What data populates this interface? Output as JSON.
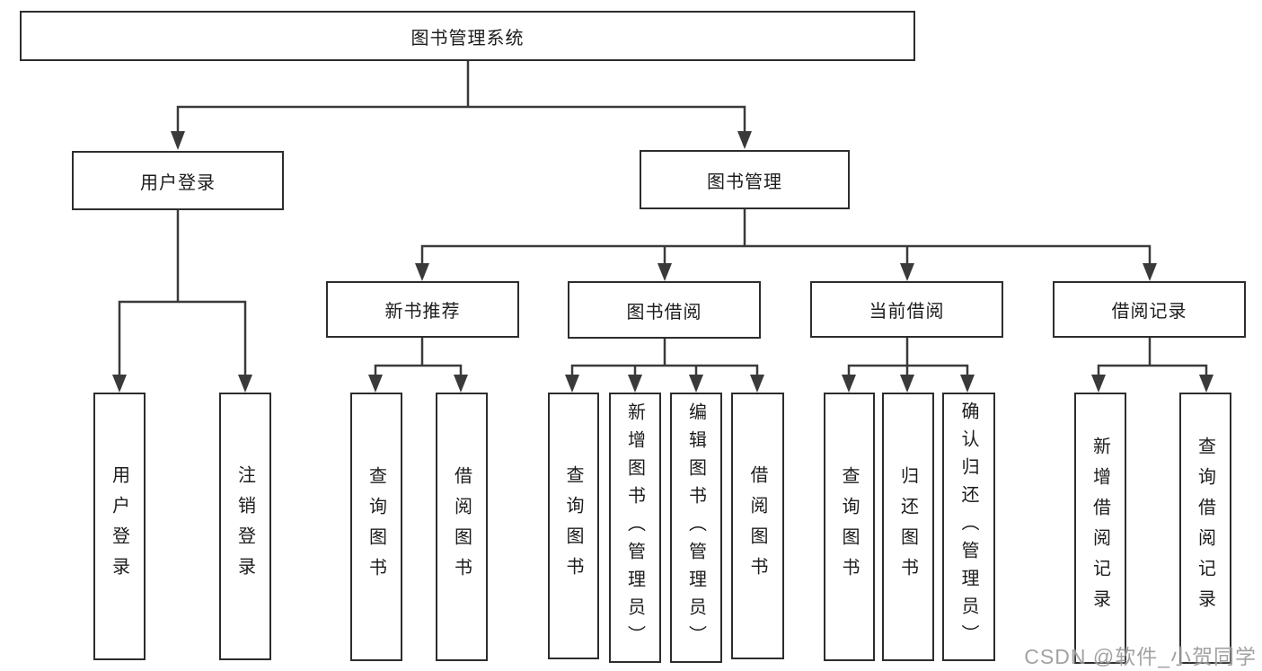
{
  "diagram": {
    "type": "hierarchy-tree",
    "colors": {
      "line": "#3a3a3a",
      "box_border": "#2d2d2d",
      "box_fill": "#ffffff",
      "text": "#1c1c1c",
      "background": "#ffffff",
      "watermark": "#9b9b9b"
    },
    "tree": {
      "label": "图书管理系统",
      "children": [
        {
          "label": "用户登录",
          "children": [
            {
              "label": "用户登录"
            },
            {
              "label": "注销登录"
            }
          ]
        },
        {
          "label": "图书管理",
          "children": [
            {
              "label": "新书推荐",
              "children": [
                {
                  "label": "查询图书"
                },
                {
                  "label": "借阅图书"
                }
              ]
            },
            {
              "label": "图书借阅",
              "children": [
                {
                  "label": "查询图书"
                },
                {
                  "label": "新增图书（管理员）"
                },
                {
                  "label": "编辑图书（管理员）"
                },
                {
                  "label": "借阅图书"
                }
              ]
            },
            {
              "label": "当前借阅",
              "children": [
                {
                  "label": "查询图书"
                },
                {
                  "label": "归还图书"
                },
                {
                  "label": "确认归还（管理员）"
                }
              ]
            },
            {
              "label": "借阅记录",
              "children": [
                {
                  "label": "新增借阅记录"
                },
                {
                  "label": "查询借阅记录"
                }
              ]
            }
          ]
        }
      ]
    },
    "watermark": {
      "text": "CSDN @软件_小贺同学"
    }
  }
}
